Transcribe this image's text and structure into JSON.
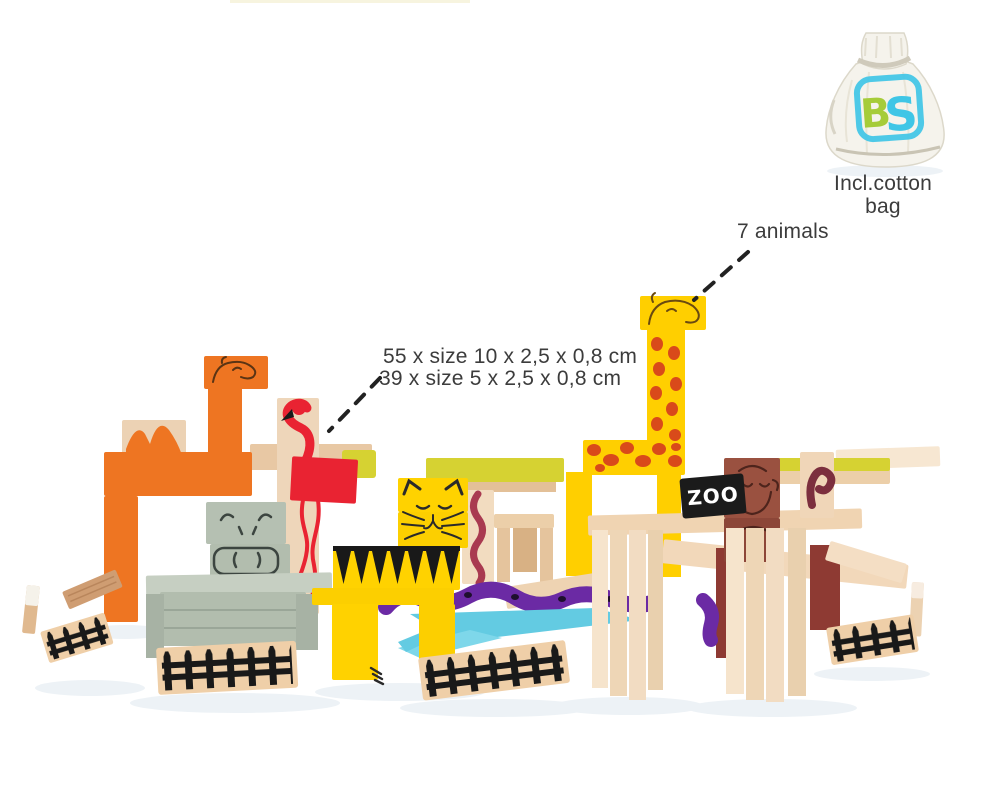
{
  "product_photo": {
    "background": "#ffffff",
    "annotations": {
      "animal_count_label": "7 animals",
      "size_label_line1": "55 x size 10 x 2,5 x 0,8 cm",
      "size_label_line2": "39 x size 5 x 2,5 x 0,8 cm",
      "bag_label_line1": "Incl.cotton",
      "bag_label_line2": "bag"
    },
    "zoo_sign_text": "ZOO",
    "bag_logo": {
      "letter_b": "B",
      "letter_s": "S"
    },
    "animals_depicted": [
      "camel",
      "flamingo",
      "hippo",
      "tiger",
      "giraffe",
      "snake",
      "monkey"
    ],
    "colors": {
      "text_dark": "#3c3c3c",
      "sign_black": "#1b1b1b",
      "camel_orange": "#ee7522",
      "flamingo_red": "#e92332",
      "tiger_yellow": "#ffd200",
      "giraffe_yellow": "#ffcf00",
      "giraffe_spot": "#d94a1a",
      "hippo_gray": "#b5c0b2",
      "snake_purple": "#6b2aa4",
      "water_blue": "#63cbe2",
      "monkey_brown": "#9a5140",
      "maroon_red": "#8e3a33",
      "leaf_green": "#d6d232",
      "wood_light": "#f2dcc2",
      "logo_green": "#a6cc39",
      "logo_blue": "#3fc6e6"
    }
  }
}
